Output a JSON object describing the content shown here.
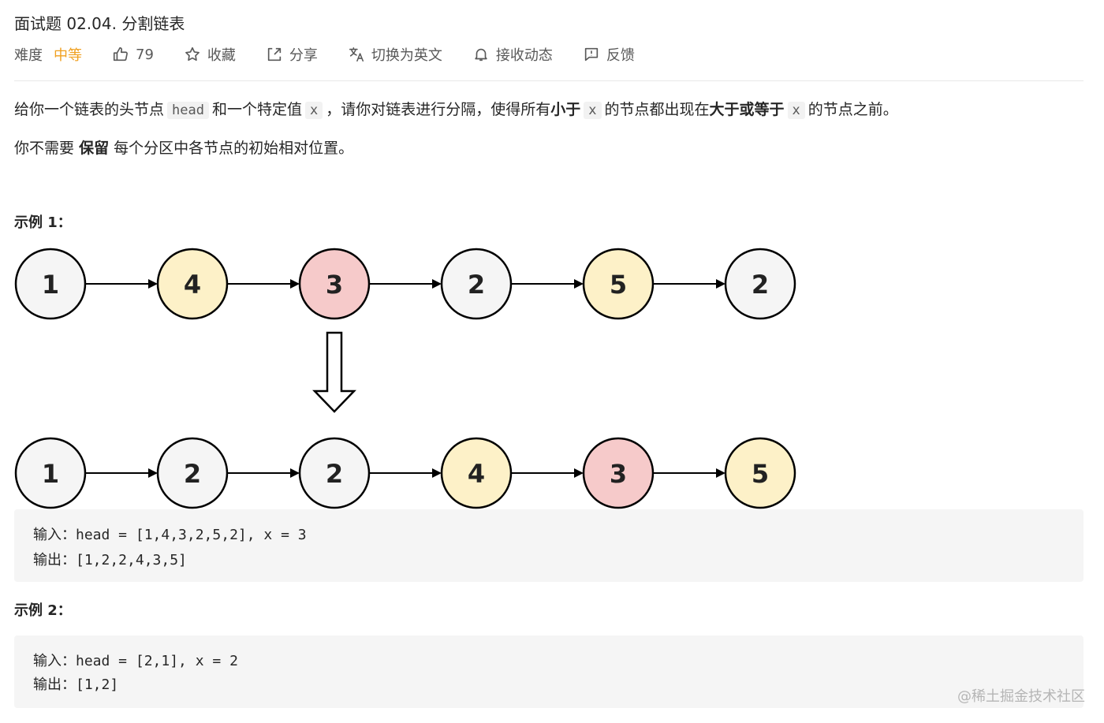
{
  "header": {
    "title": "面试题 02.04. 分割链表"
  },
  "meta": {
    "difficulty_label": "难度",
    "difficulty_value": "中等",
    "likes": "79",
    "favorite_label": "收藏",
    "share_label": "分享",
    "translate_label": "切换为英文",
    "subscribe_label": "接收动态",
    "feedback_label": "反馈"
  },
  "description": {
    "p1": {
      "t1": "给你一个链表的头节点",
      "c1": "head",
      "t2": "和一个特定值",
      "c2": "x",
      "t3": "，请你对链表进行分隔，使得所有",
      "b1": "小于",
      "c3": "x",
      "t4": "的节点都出现在",
      "b2": "大于或等于",
      "c4": "x",
      "t5": "的节点之前。"
    },
    "p2": {
      "t1": "你不需要",
      "b1": "保留",
      "t2": "每个分区中各节点的初始相对位置。"
    }
  },
  "example1": {
    "heading": "示例 1：",
    "input_label": "输入：",
    "input_value": "head = [1,4,3,2,5,2], x = 3",
    "output_label": "输出：",
    "output_value": "[1,2,2,4,3,5]"
  },
  "example2": {
    "heading": "示例 2：",
    "input_label": "输入：",
    "input_value": "head = [2,1], x = 2",
    "output_label": "输出：",
    "output_value": "[1,2]"
  },
  "diagram": {
    "before": [
      {
        "value": "1",
        "color": "#f5f5f5"
      },
      {
        "value": "4",
        "color": "#fdf1c8"
      },
      {
        "value": "3",
        "color": "#f6caca"
      },
      {
        "value": "2",
        "color": "#f5f5f5"
      },
      {
        "value": "5",
        "color": "#fdf1c8"
      },
      {
        "value": "2",
        "color": "#f5f5f5"
      }
    ],
    "after": [
      {
        "value": "1",
        "color": "#f5f5f5"
      },
      {
        "value": "2",
        "color": "#f5f5f5"
      },
      {
        "value": "2",
        "color": "#f5f5f5"
      },
      {
        "value": "4",
        "color": "#fdf1c8"
      },
      {
        "value": "3",
        "color": "#f6caca"
      },
      {
        "value": "5",
        "color": "#fdf1c8"
      }
    ]
  },
  "watermark": "@稀土掘金技术社区",
  "icons": {
    "like": "thumbs-up-icon",
    "favorite": "star-icon",
    "share": "share-icon",
    "translate": "translate-icon",
    "subscribe": "bell-icon",
    "feedback": "feedback-icon"
  }
}
